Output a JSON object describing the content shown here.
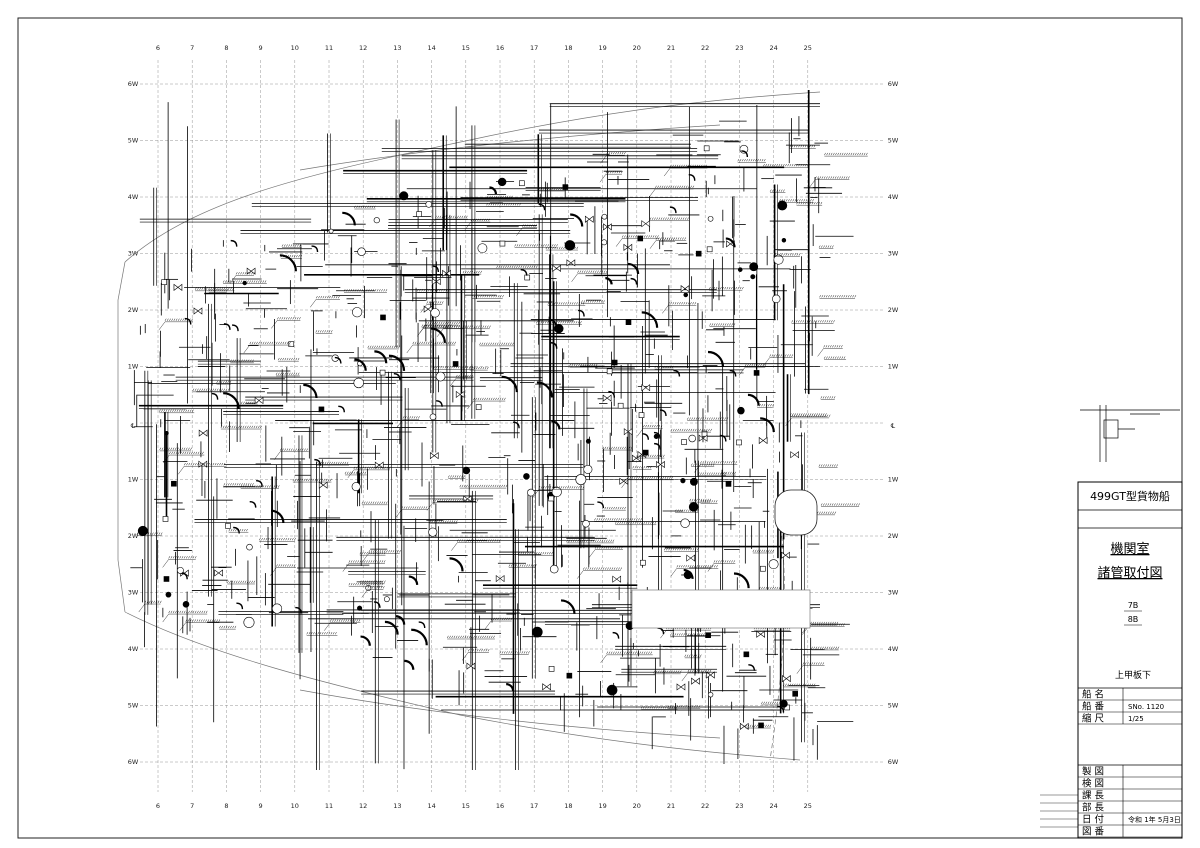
{
  "drawing": {
    "frame_columns": [
      "6",
      "7",
      "8",
      "9",
      "10",
      "11",
      "12",
      "13",
      "14",
      "15",
      "16",
      "17",
      "18",
      "19",
      "20",
      "21",
      "22",
      "23",
      "24",
      "25"
    ],
    "frame_rows": [
      "6W",
      "5W",
      "4W",
      "3W",
      "2W",
      "1W",
      "℄",
      "1W",
      "2W",
      "3W",
      "4W",
      "5W",
      "6W"
    ],
    "centerline_symbol": "℄"
  },
  "title_block": {
    "vessel_type": "499GT型貨物船",
    "drawing_title_line1": "機関室",
    "drawing_title_line2": "諸管取付図",
    "deck_levels": [
      "7B",
      "8B"
    ],
    "location": "上甲板下",
    "info_rows": [
      {
        "label": "船名",
        "value": ""
      },
      {
        "label": "船番",
        "value": "SNo. 1120"
      },
      {
        "label": "縮尺",
        "value": "1/25"
      }
    ],
    "sign_rows": [
      {
        "label": "製図",
        "value": ""
      },
      {
        "label": "検図",
        "value": ""
      },
      {
        "label": "課長",
        "value": ""
      },
      {
        "label": "部長",
        "value": ""
      },
      {
        "label": "日付",
        "value": "令和 1年 5月3日"
      },
      {
        "label": "図番",
        "value": ""
      }
    ]
  }
}
